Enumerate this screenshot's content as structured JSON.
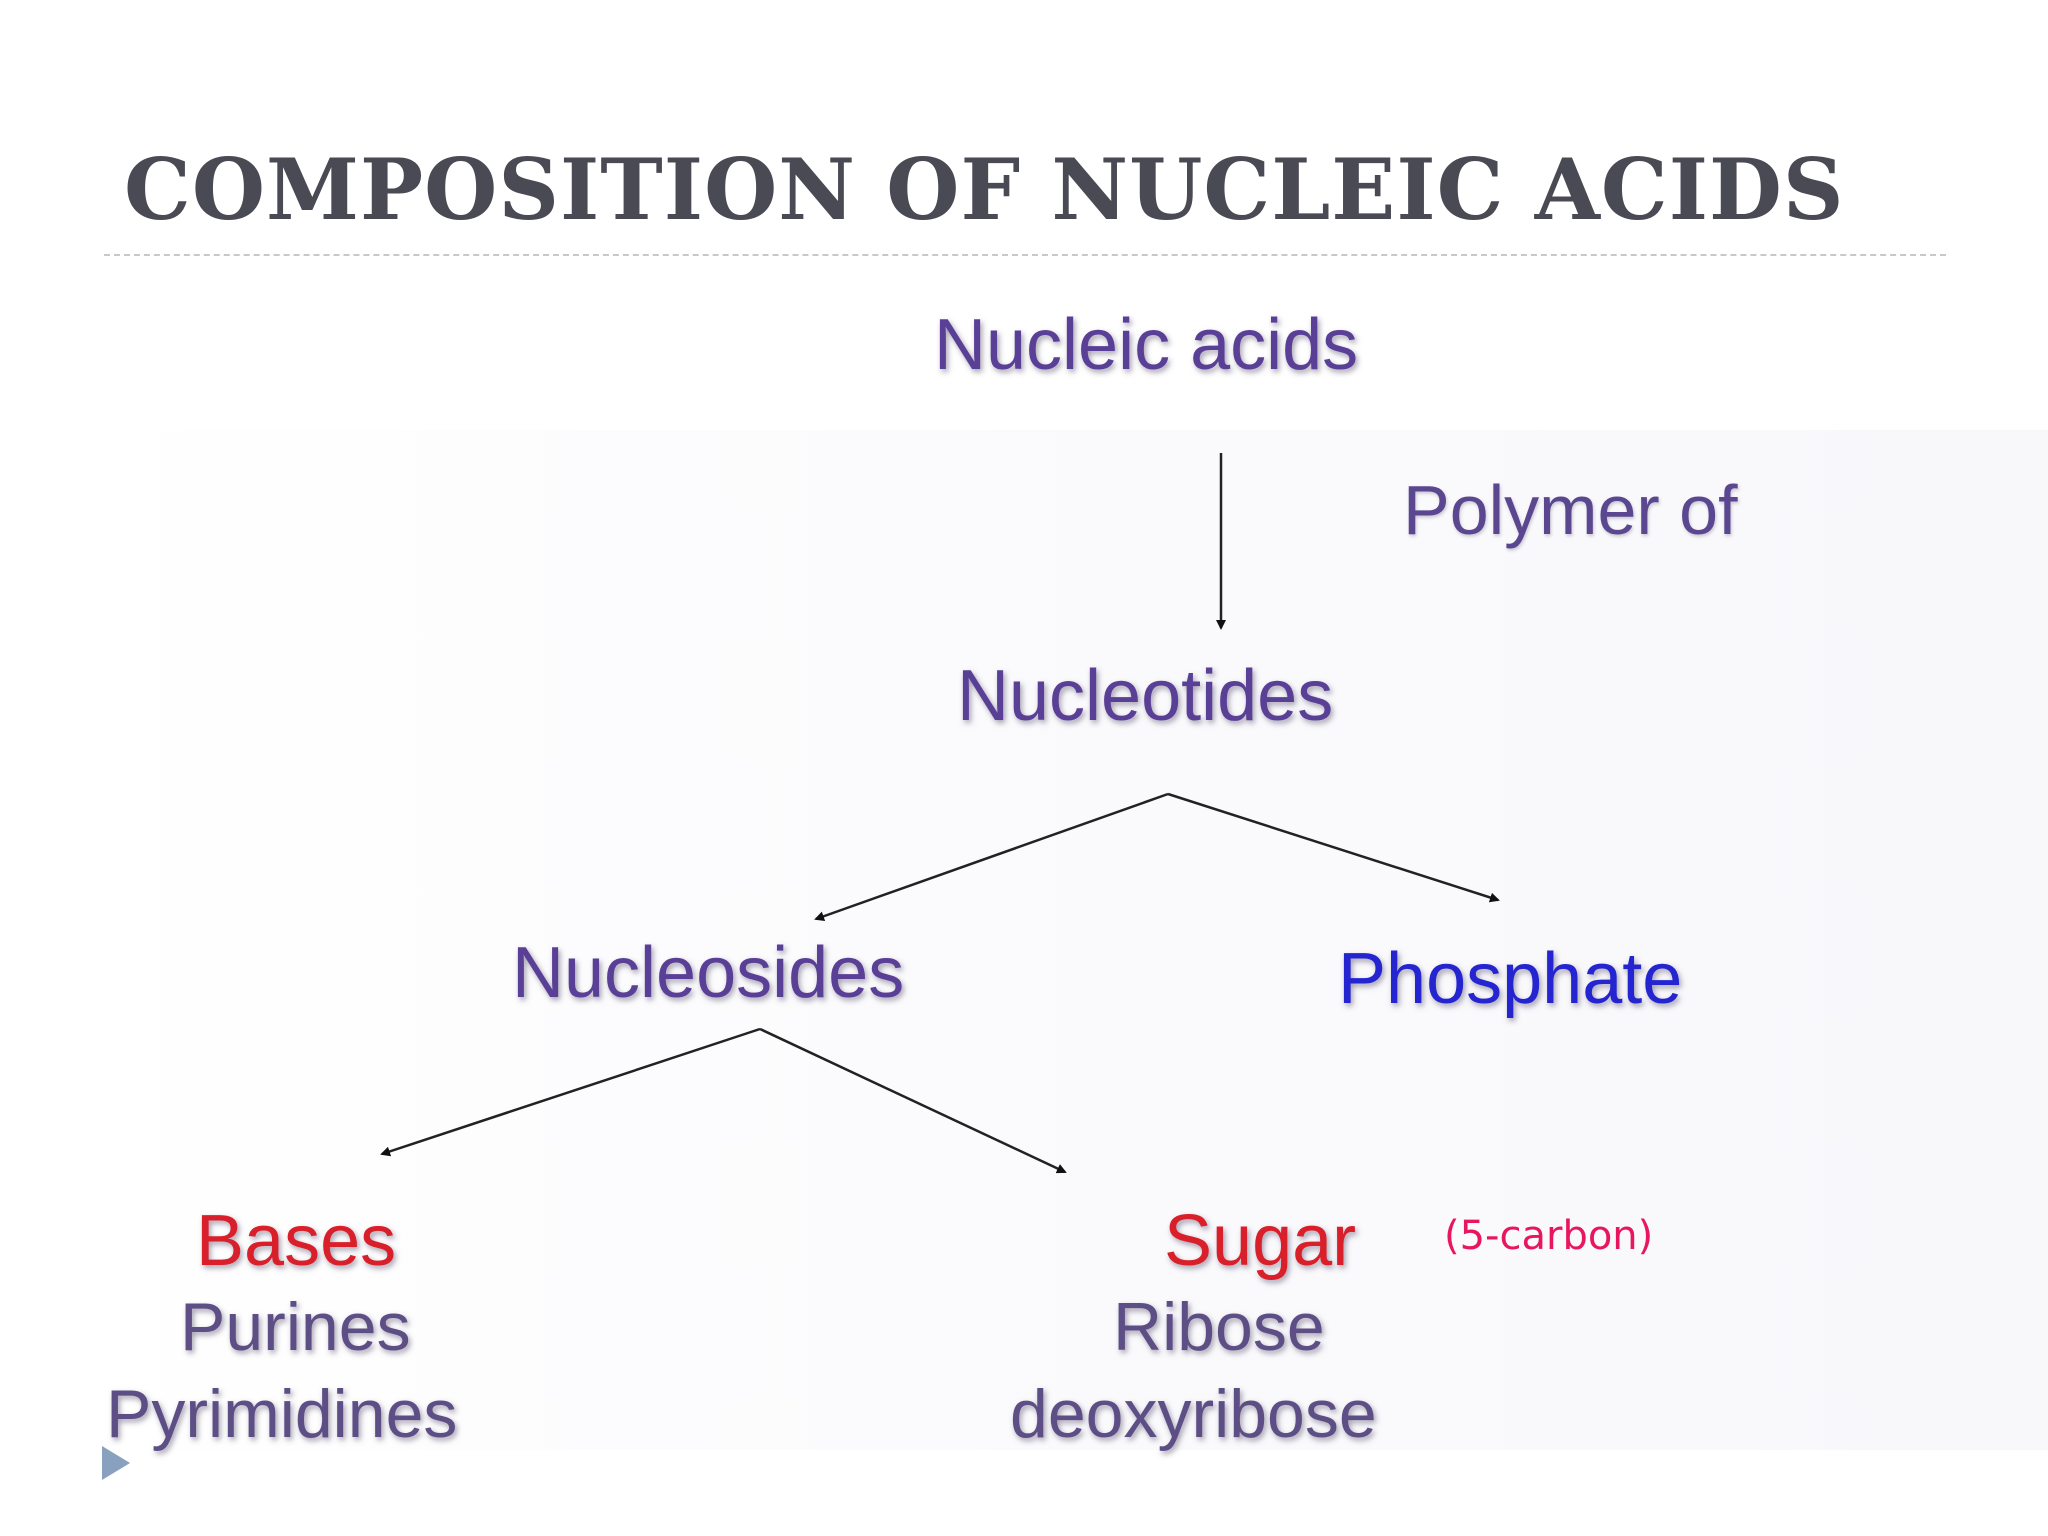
{
  "slide": {
    "title": "COMPOSITION OF NUCLEIC ACIDS"
  },
  "diagram": {
    "root": "Nucleic acids",
    "relation": "Polymer of",
    "level1": "Nucleotides",
    "level2_left": "Nucleosides",
    "level2_right": "Phosphate",
    "bases": {
      "heading": "Bases",
      "items": [
        "Purines",
        "Pyrimidines"
      ]
    },
    "sugar": {
      "heading": "Sugar",
      "note": "(5-carbon)",
      "items": [
        "Ribose",
        "deoxyribose"
      ]
    }
  },
  "icons": {
    "slide_marker": "play-triangle-icon"
  },
  "colors": {
    "title": "#4a4a55",
    "node_purple": "#5a3f96",
    "phosphate_blue": "#2424d0",
    "heading_red": "#d91f2a",
    "note_pink": "#e8175d"
  }
}
